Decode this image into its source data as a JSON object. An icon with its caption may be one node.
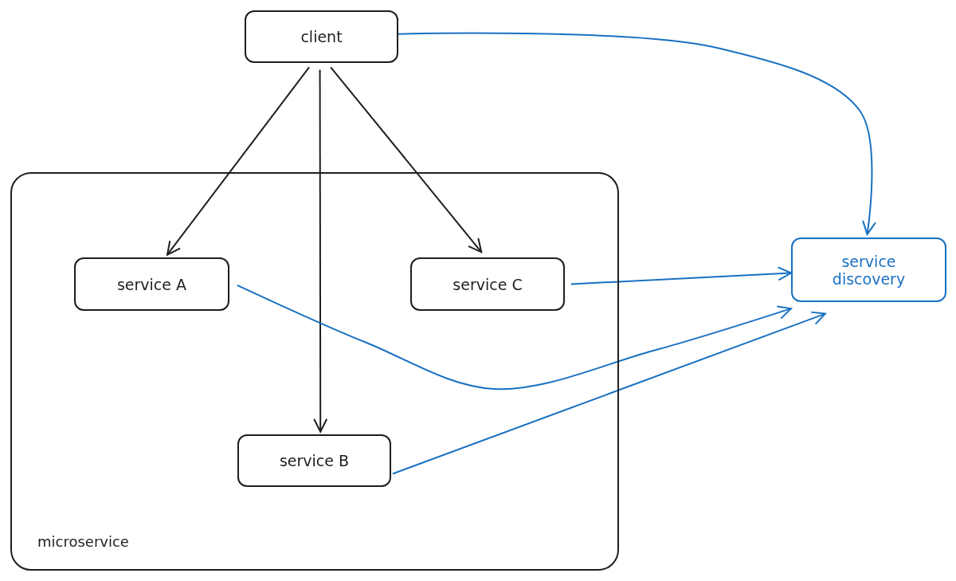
{
  "diagram": {
    "nodes": [
      {
        "text": [
          "client"
        ]
      },
      {
        "text": [
          "microservice"
        ]
      },
      {
        "text": [
          "service A"
        ],
        "in": 1
      },
      {
        "text": [
          "service C"
        ],
        "in": 1
      },
      {
        "text": [
          "service B"
        ],
        "in": 1
      },
      {
        "text": [
          "service discovery"
        ]
      }
    ],
    "edges": [
      {
        "from": 0,
        "to": 2,
        "arrow": "to",
        "color": "#1e1e1e"
      },
      {
        "from": 0,
        "to": 4,
        "arrow": "to",
        "color": "#1e1e1e"
      },
      {
        "from": 0,
        "to": 3,
        "arrow": "to",
        "color": "#1e1e1e"
      },
      {
        "from": 0,
        "to": 5,
        "arrow": "to"
      },
      {
        "from": 2,
        "to": 5,
        "arrow": "to"
      },
      {
        "from": 3,
        "to": 5,
        "arrow": "to"
      },
      {
        "from": 4,
        "to": 5,
        "arrow": "to"
      }
    ]
  }
}
